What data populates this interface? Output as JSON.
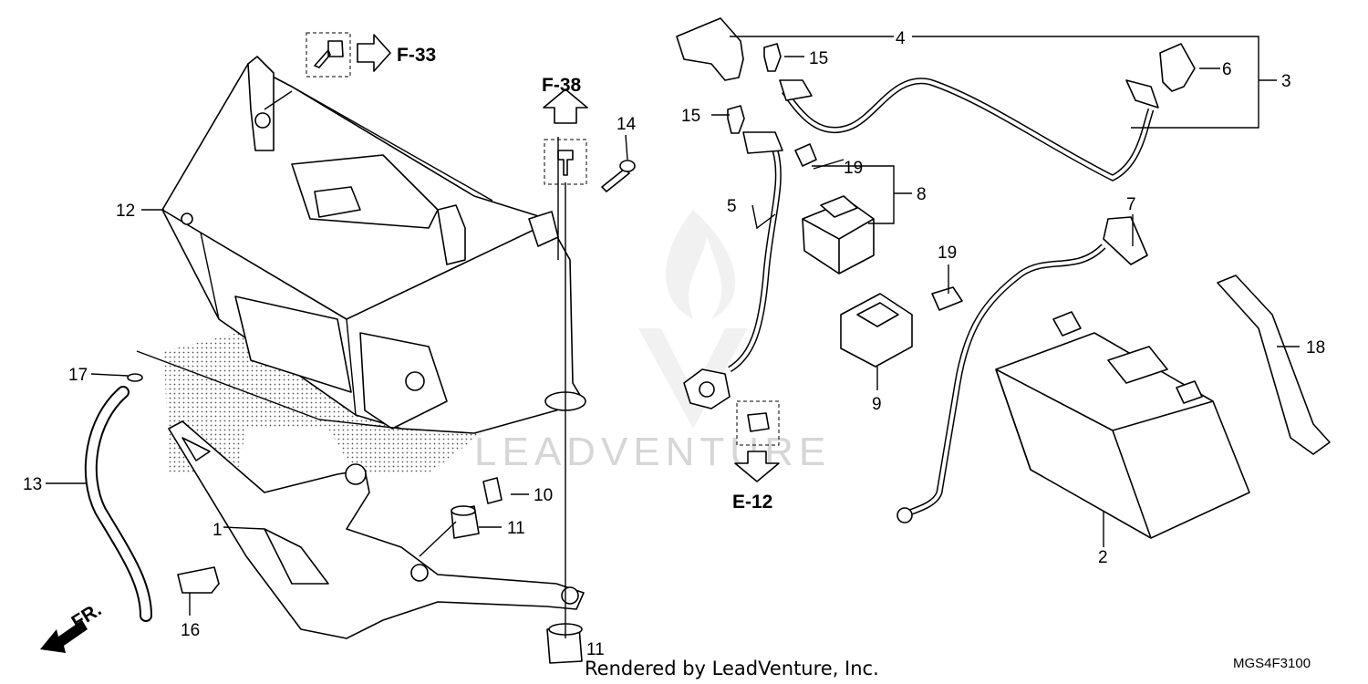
{
  "labels": {
    "l1": "1",
    "l2": "2",
    "l3": "3",
    "l4": "4",
    "l5": "5",
    "l6": "6",
    "l7": "7",
    "l8": "8",
    "l9": "9",
    "l10": "10",
    "l11a": "11",
    "l11b": "11",
    "l12": "12",
    "l13": "13",
    "l14": "14",
    "l15a": "15",
    "l15b": "15",
    "l16": "16",
    "l17": "17",
    "l18": "18",
    "l19a": "19",
    "l19b": "19"
  },
  "references": {
    "f33": "F-33",
    "f38": "F-38",
    "e12": "E-12",
    "fr": "FR."
  },
  "watermark": "LEADVENTURE",
  "footer": "Rendered by LeadVenture, Inc.",
  "diagram_code": "MGS4F3100",
  "colors": {
    "line": "#000000",
    "watermark": "#d6d6d6"
  }
}
